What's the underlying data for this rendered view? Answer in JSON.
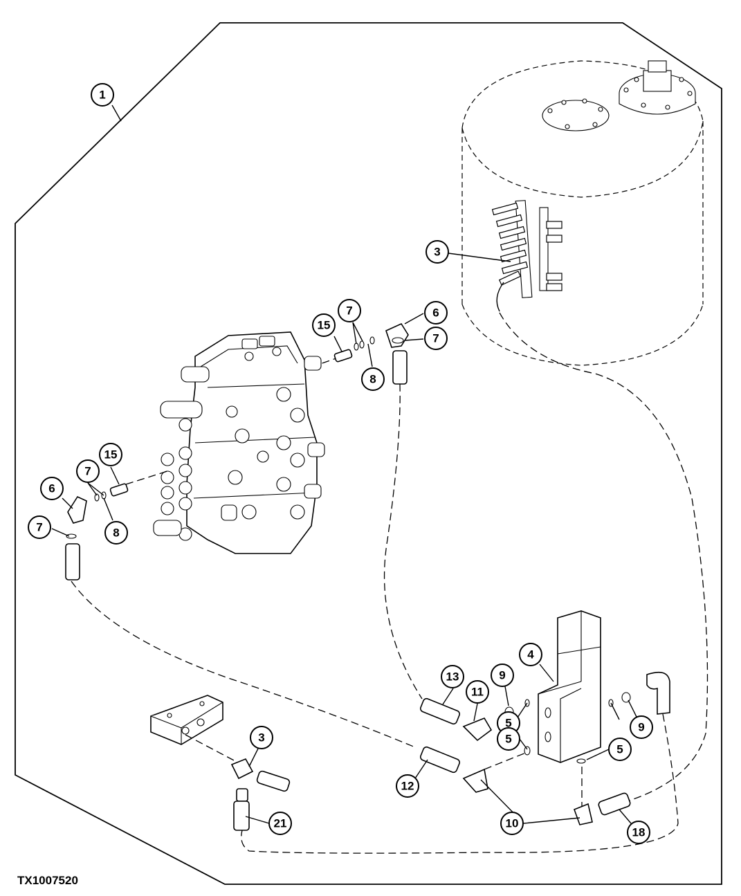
{
  "figure_id": "TX1007520",
  "callouts": [
    {
      "id": "c1",
      "label": "1"
    },
    {
      "id": "c3a",
      "label": "3"
    },
    {
      "id": "c6a",
      "label": "6"
    },
    {
      "id": "c7a",
      "label": "7"
    },
    {
      "id": "c7b",
      "label": "7"
    },
    {
      "id": "c8a",
      "label": "8"
    },
    {
      "id": "c15a",
      "label": "15"
    },
    {
      "id": "c15b",
      "label": "15"
    },
    {
      "id": "c7c",
      "label": "7"
    },
    {
      "id": "c6b",
      "label": "6"
    },
    {
      "id": "c7d",
      "label": "7"
    },
    {
      "id": "c8b",
      "label": "8"
    },
    {
      "id": "c4",
      "label": "4"
    },
    {
      "id": "c13",
      "label": "13"
    },
    {
      "id": "c11",
      "label": "11"
    },
    {
      "id": "c9a",
      "label": "9"
    },
    {
      "id": "c5a",
      "label": "5"
    },
    {
      "id": "c5b",
      "label": "5"
    },
    {
      "id": "c5c",
      "label": "5"
    },
    {
      "id": "c9b",
      "label": "9"
    },
    {
      "id": "c3b",
      "label": "3"
    },
    {
      "id": "c12",
      "label": "12"
    },
    {
      "id": "c10",
      "label": "10"
    },
    {
      "id": "c18",
      "label": "18"
    },
    {
      "id": "c21",
      "label": "21"
    }
  ]
}
